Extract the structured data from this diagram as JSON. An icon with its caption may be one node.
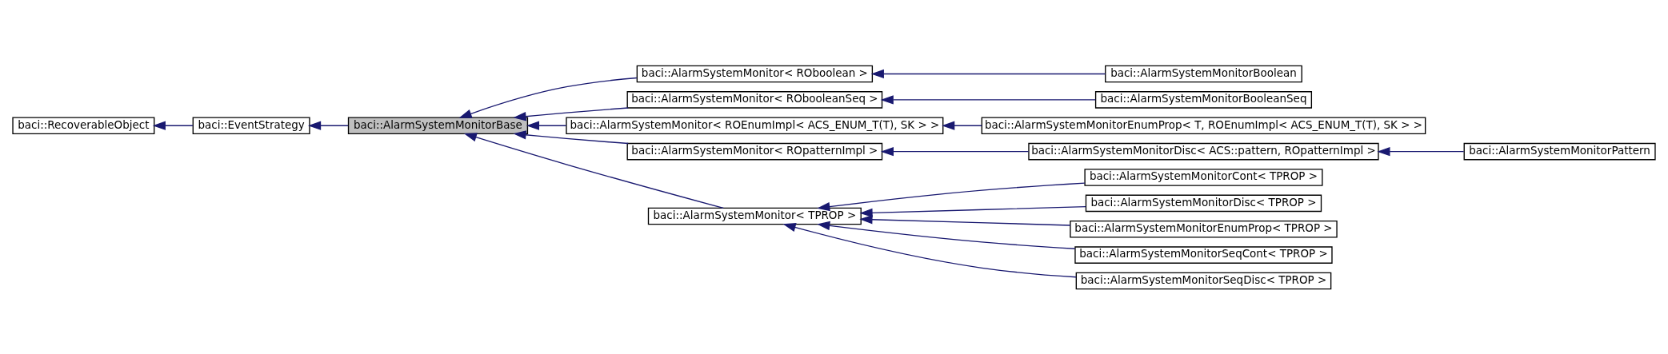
{
  "diagram": {
    "nodes": [
      {
        "text": [
          "baci::RecoverableObject"
        ]
      },
      {
        "text": [
          "baci::EventStrategy"
        ]
      },
      {
        "text": [
          "baci::AlarmSystemMonitorBase"
        ]
      },
      {
        "text": [
          "baci::AlarmSystemMonitor< ROboolean >"
        ]
      },
      {
        "text": [
          "baci::AlarmSystemMonitor< RObooleanSeq >"
        ]
      },
      {
        "text": [
          "baci::AlarmSystemMonitor< ROEnumImpl< ACS_ENUM_T(T), SK > >"
        ]
      },
      {
        "text": [
          "baci::AlarmSystemMonitor< ROpatternImpl >"
        ]
      },
      {
        "text": [
          "baci::AlarmSystemMonitor< TPROP >"
        ]
      },
      {
        "text": [
          "baci::AlarmSystemMonitorBoolean"
        ]
      },
      {
        "text": [
          "baci::AlarmSystemMonitorBooleanSeq"
        ]
      },
      {
        "text": [
          "baci::AlarmSystemMonitorEnumProp< T, ROEnumImpl< ACS_ENUM_T(T), SK > >"
        ]
      },
      {
        "text": [
          "baci::AlarmSystemMonitorDisc< ACS::pattern, ROpatternImpl >"
        ]
      },
      {
        "text": [
          "baci::AlarmSystemMonitorPattern"
        ]
      },
      {
        "text": [
          "baci::AlarmSystemMonitorCont< TPROP >"
        ]
      },
      {
        "text": [
          "baci::AlarmSystemMonitorDisc< TPROP >"
        ]
      },
      {
        "text": [
          "baci::AlarmSystemMonitorEnumProp< TPROP >"
        ]
      },
      {
        "text": [
          "baci::AlarmSystemMonitorSeqCont< TPROP >"
        ]
      },
      {
        "text": [
          "baci::AlarmSystemMonitorSeqDisc< TPROP >"
        ]
      }
    ],
    "edges": [
      {
        "from": 1,
        "to": 0,
        "arrow": "to"
      },
      {
        "from": 2,
        "to": 1,
        "arrow": "to"
      },
      {
        "from": 3,
        "to": 2,
        "arrow": "to"
      },
      {
        "from": 4,
        "to": 2,
        "arrow": "to"
      },
      {
        "from": 5,
        "to": 2,
        "arrow": "to"
      },
      {
        "from": 6,
        "to": 2,
        "arrow": "to"
      },
      {
        "from": 7,
        "to": 2,
        "arrow": "to"
      },
      {
        "from": 8,
        "to": 3,
        "arrow": "to"
      },
      {
        "from": 9,
        "to": 4,
        "arrow": "to"
      },
      {
        "from": 10,
        "to": 5,
        "arrow": "to"
      },
      {
        "from": 11,
        "to": 6,
        "arrow": "to"
      },
      {
        "from": 12,
        "to": 11,
        "arrow": "to"
      },
      {
        "from": 13,
        "to": 7,
        "arrow": "to"
      },
      {
        "from": 14,
        "to": 7,
        "arrow": "to"
      },
      {
        "from": 15,
        "to": 7,
        "arrow": "to"
      },
      {
        "from": 16,
        "to": 7,
        "arrow": "to"
      },
      {
        "from": 17,
        "to": 7,
        "arrow": "to"
      }
    ]
  }
}
